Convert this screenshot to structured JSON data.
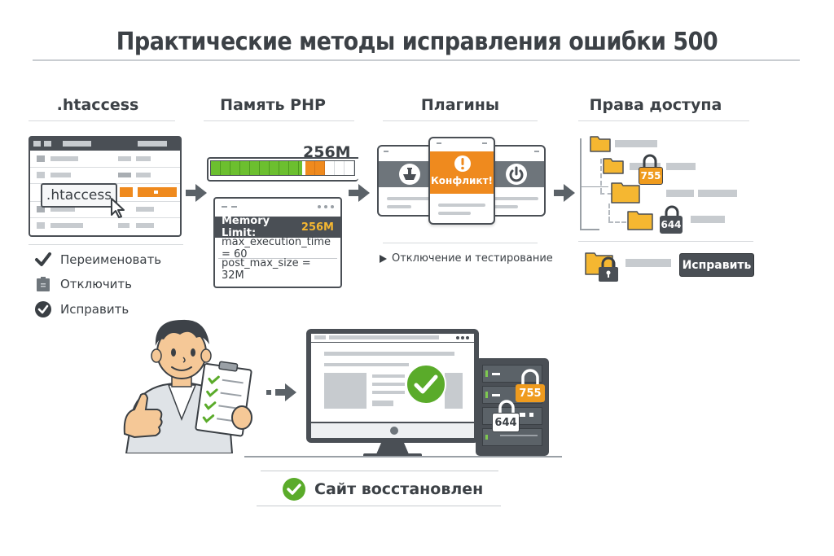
{
  "title": "Практические методы исправления ошибки 500",
  "sections": {
    "htaccess": {
      "title": ".htaccess",
      "file_label": ".htaccess",
      "actions": [
        {
          "label": "Переименовать",
          "icon": "checkmark-icon"
        },
        {
          "label": "Отключить",
          "icon": "clipboard-icon"
        },
        {
          "label": "Исправить",
          "icon": "check-circle-icon"
        }
      ]
    },
    "php_memory": {
      "title": "Память PHP",
      "bar_label": "256M",
      "bar": {
        "green_segments": 12,
        "orange_segments": 2,
        "empty_segments": 3
      },
      "panel": {
        "memory_limit_label": "Memory Limit:",
        "memory_limit_value": "256M",
        "rows": [
          "max_execution_time = 60",
          "post_max_size = 32M"
        ]
      }
    },
    "plugins": {
      "title": "Плагины",
      "conflict_label": "Конфликт!",
      "action": "Отключение и тестирование"
    },
    "permissions": {
      "title": "Права доступа",
      "badges": [
        "755",
        "644"
      ],
      "fix_button": "Исправить"
    }
  },
  "result": {
    "server_badges": [
      "755",
      "644"
    ],
    "status_label": "Сайт восстановлен"
  },
  "colors": {
    "accent_orange": "#ef8a1e",
    "success_green": "#5aab2a",
    "dark_gray": "#4a4f55",
    "folder_yellow": "#f5b731"
  }
}
